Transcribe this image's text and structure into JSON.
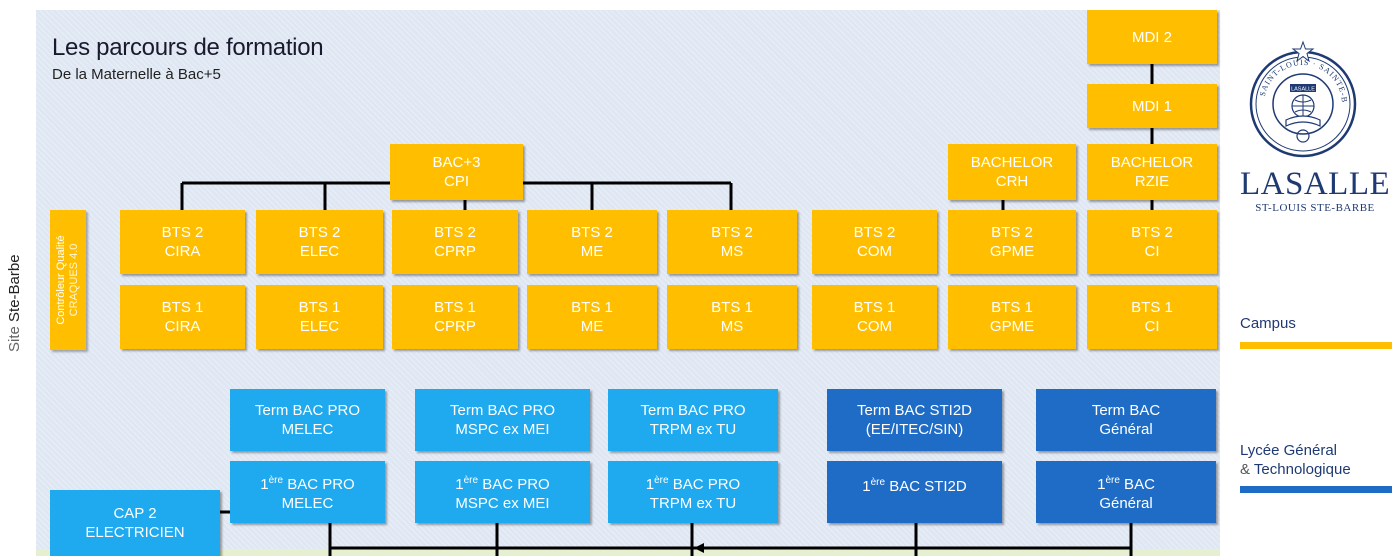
{
  "header": {
    "title": "Les parcours de formation",
    "subtitle": "De la Maternelle à Bac+5"
  },
  "site_label": {
    "prefix": "Site",
    "name": "Ste-Barbe"
  },
  "vertical_box": {
    "line1": "Contrôleur Qualité",
    "line2": "CRAQUES 4.0"
  },
  "top_right": {
    "mdi2": "MDI 2",
    "mdi1": "MDI 1"
  },
  "bac3": {
    "line1": "BAC+3",
    "line2": "CPI"
  },
  "bachelors": [
    {
      "line1": "BACHELOR",
      "line2": "CRH"
    },
    {
      "line1": "BACHELOR",
      "line2": "RZIE"
    }
  ],
  "bts2": [
    {
      "line1": "BTS 2",
      "line2": "CIRA"
    },
    {
      "line1": "BTS 2",
      "line2": "ELEC"
    },
    {
      "line1": "BTS 2",
      "line2": "CPRP"
    },
    {
      "line1": "BTS 2",
      "line2": "ME"
    },
    {
      "line1": "BTS 2",
      "line2": "MS"
    },
    {
      "line1": "BTS 2",
      "line2": "COM"
    },
    {
      "line1": "BTS 2",
      "line2": "GPME"
    },
    {
      "line1": "BTS 2",
      "line2": "CI"
    }
  ],
  "bts1": [
    {
      "line1": "BTS 1",
      "line2": "CIRA"
    },
    {
      "line1": "BTS 1",
      "line2": "ELEC"
    },
    {
      "line1": "BTS 1",
      "line2": "CPRP"
    },
    {
      "line1": "BTS 1",
      "line2": "ME"
    },
    {
      "line1": "BTS 1",
      "line2": "MS"
    },
    {
      "line1": "BTS 1",
      "line2": "COM"
    },
    {
      "line1": "BTS 1",
      "line2": "GPME"
    },
    {
      "line1": "BTS 1",
      "line2": "CI"
    }
  ],
  "term": [
    {
      "line1": "Term BAC PRO",
      "line2": "MELEC"
    },
    {
      "line1": "Term BAC PRO",
      "line2": "MSPC ex MEI"
    },
    {
      "line1": "Term BAC PRO",
      "line2": "TRPM ex TU"
    },
    {
      "line1": "Term BAC STI2D",
      "line2": "(EE/ITEC/SIN)"
    },
    {
      "line1": "Term BAC",
      "line2": "Général"
    }
  ],
  "premiere": [
    {
      "sup_prefix": "1",
      "sup": "ère",
      "rest": " BAC PRO",
      "line2": "MELEC"
    },
    {
      "sup_prefix": "1",
      "sup": "ère",
      "rest": " BAC PRO",
      "line2": "MSPC ex MEI"
    },
    {
      "sup_prefix": "1",
      "sup": "ère",
      "rest": " BAC PRO",
      "line2": "TRPM ex TU"
    },
    {
      "sup_prefix": "1",
      "sup": "ère",
      "rest": " BAC STI2D",
      "line2": ""
    },
    {
      "sup_prefix": "1",
      "sup": "ère",
      "rest": " BAC",
      "line2": "Général"
    }
  ],
  "cap": {
    "line1": "CAP 2",
    "line2": "ELECTRICIEN"
  },
  "brand": {
    "logo_text": "LASALLE",
    "seal_text": "SAINT-LOUIS · SAINTE-BARBE",
    "name": "LASALLE",
    "tagline": "ST-LOUIS STE-BARBE"
  },
  "sections": {
    "campus": "Campus",
    "lycee_line1": "Lycée Général",
    "lycee_amp": "&",
    "lycee_line2": "Technologique"
  },
  "colors": {
    "campus_bar": "#ffbf00",
    "lycee_bar": "#1e6cc6",
    "yellow_box": "#ffbf00",
    "cyan_box": "#1fa9ef",
    "blue_box": "#1e6cc6"
  }
}
